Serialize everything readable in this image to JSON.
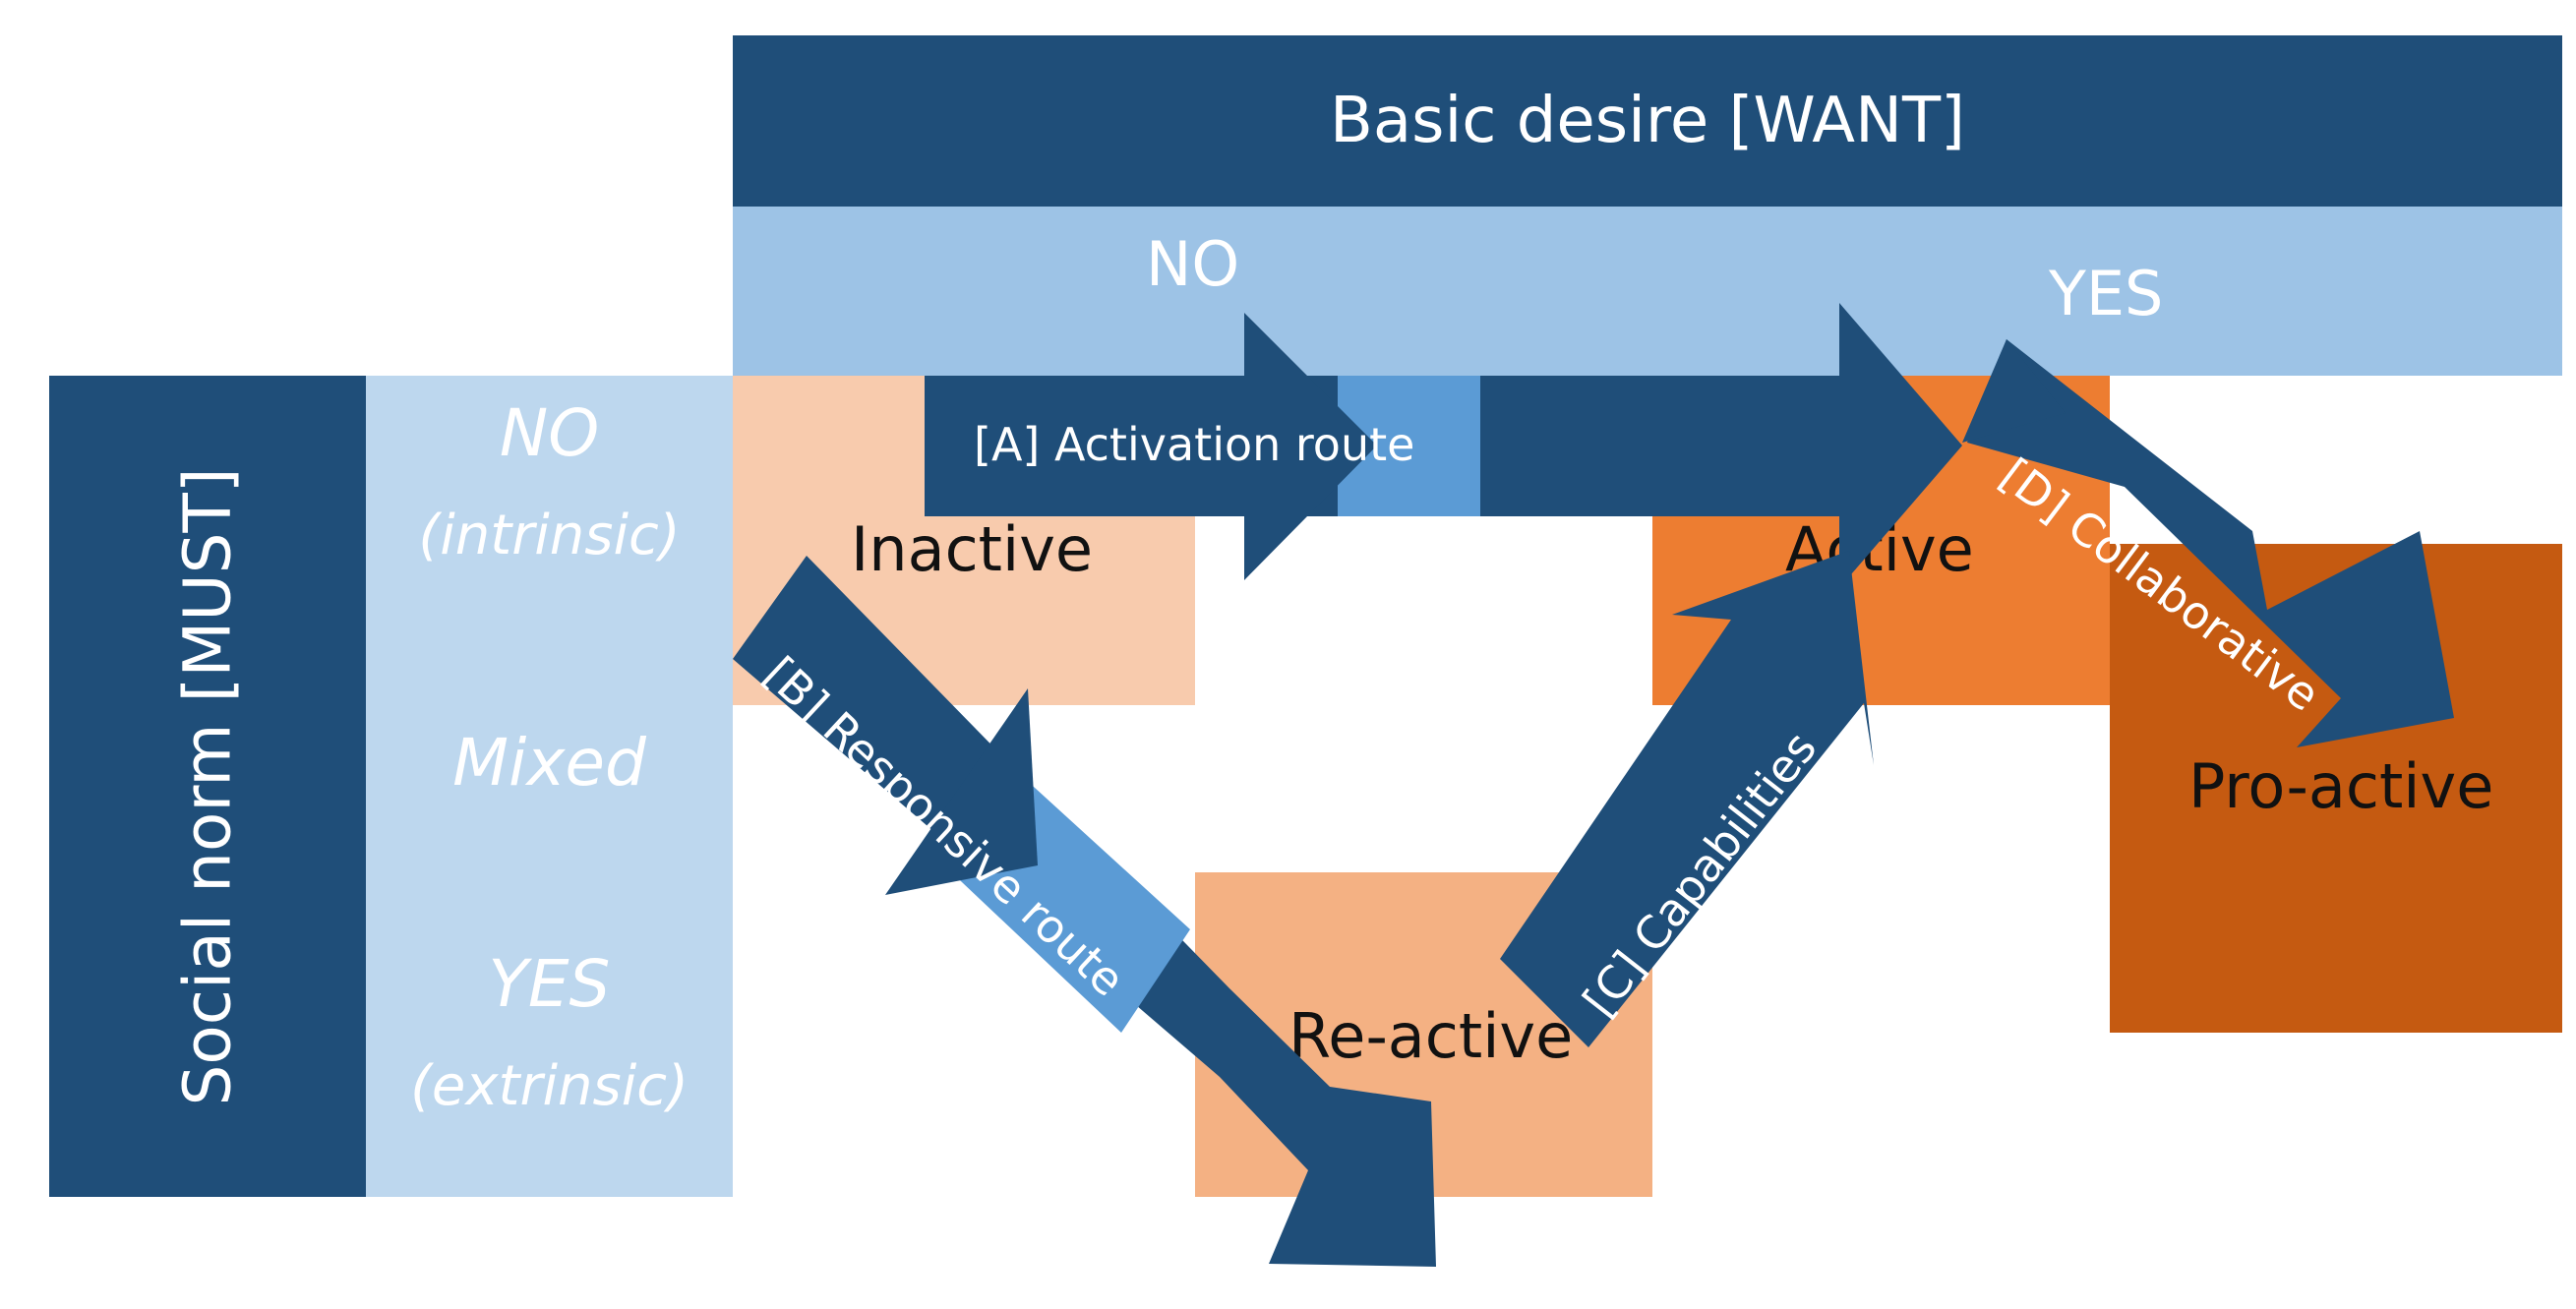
{
  "header": {
    "want_title": "Basic desire [WANT]",
    "want_no": "NO",
    "want_yes": "YES"
  },
  "sidebar": {
    "must_title": "Social norm [MUST]",
    "levels": [
      {
        "main": "NO",
        "sub": "(intrinsic)"
      },
      {
        "main": "Mixed",
        "sub": ""
      },
      {
        "main": "YES",
        "sub": "(extrinsic)"
      }
    ]
  },
  "states": {
    "inactive": "Inactive",
    "reactive": "Re-active",
    "active": "Active",
    "proactive": "Pro-active"
  },
  "routes": {
    "a": "[A] Activation route",
    "b": "[B] Responsive route",
    "c": "[C] Capabilities",
    "d": "[D] Collaborative"
  },
  "colors": {
    "dark_blue": "#1f4e79",
    "mid_blue": "#5b9bd5",
    "light_blue": "#9dc3e6",
    "pale_blue": "#bdd7ee",
    "inactive": "#f8cbad",
    "reactive": "#f4b183",
    "active": "#ed7d31",
    "proactive": "#c55a11"
  }
}
